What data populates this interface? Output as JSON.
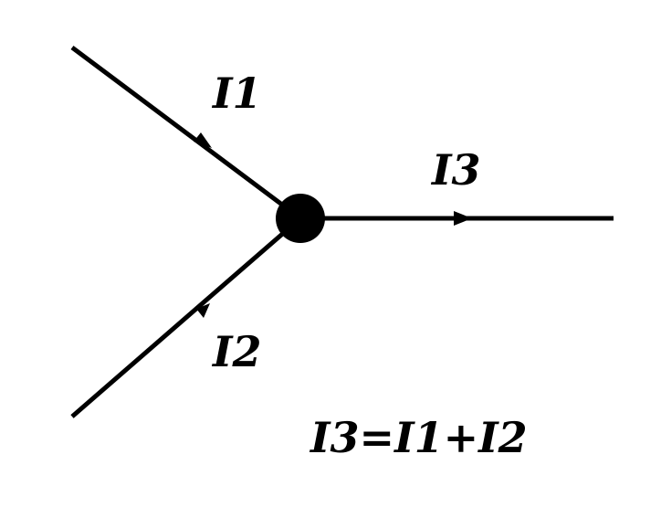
{
  "diagram": {
    "labels": {
      "i1": "I1",
      "i2": "I2",
      "i3": "I3"
    },
    "equation": "I3=I1+I2"
  }
}
